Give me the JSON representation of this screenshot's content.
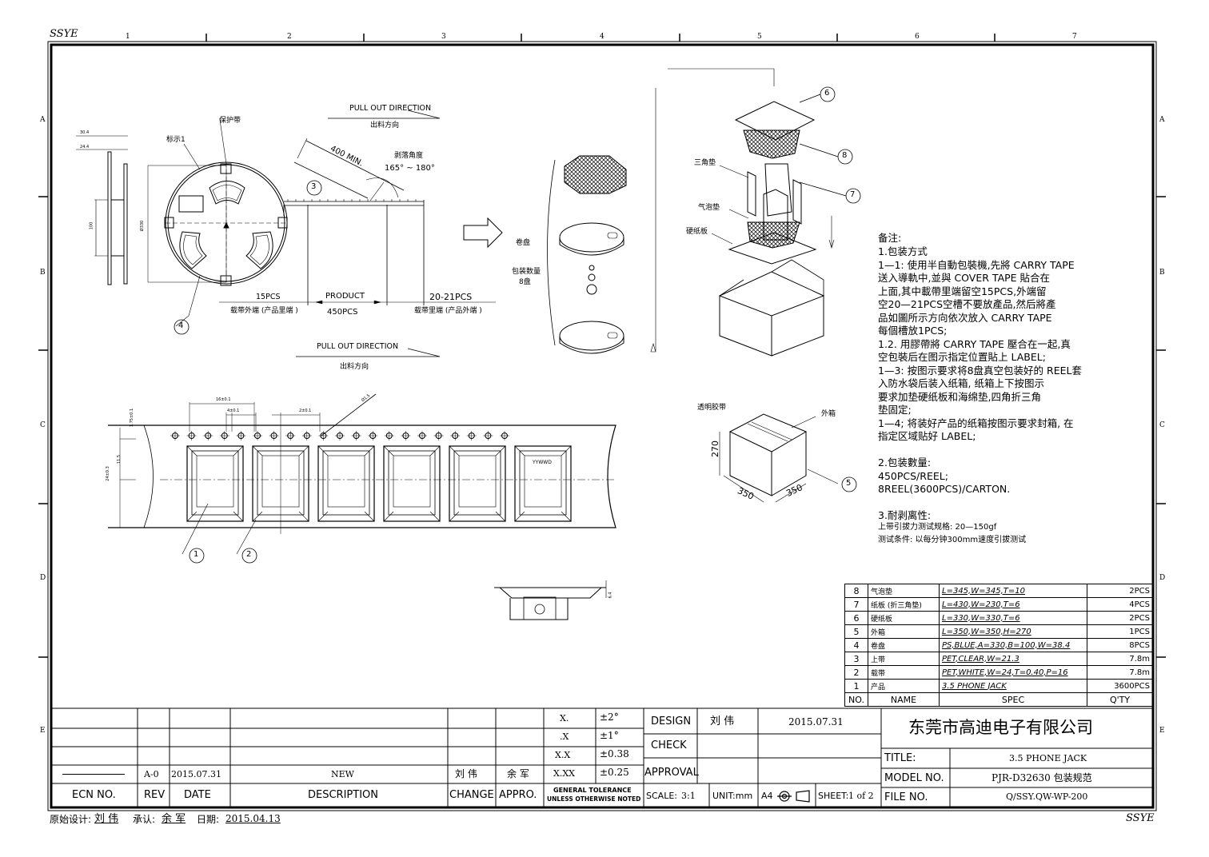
{
  "frame": {
    "corner_mark_top": "SSYE",
    "corner_mark_bottom": "SSYE",
    "col_numbers": [
      "1",
      "2",
      "3",
      "4",
      "5",
      "6",
      "7"
    ],
    "row_letters": [
      "A",
      "B",
      "C",
      "D",
      "E"
    ]
  },
  "drawing": {
    "reel": {
      "label_protect_tape": "保护带",
      "label_mark": "标示1",
      "dim_outer": "Ø330",
      "dim_hub": "100",
      "dim_side_a": "30.4",
      "dim_side_b": "24.4"
    },
    "tape_strip": {
      "pull_out_top_en": "PULL OUT DIRECTION",
      "pull_out_top_cn": "出料方向",
      "pull_out_bottom_en": "PULL OUT DIRECTION",
      "pull_out_bottom_cn": "出料方向",
      "peel_angle_title": "剥落角度",
      "peel_angle_value": "165° ~ 180°",
      "length_min": "400 MIN.",
      "seg_left": "15PCS",
      "seg_mid": "PRODUCT",
      "seg_mid_qty": "450PCS",
      "seg_right": "20-21PCS",
      "outer_end": "载带外端 (产品里端 )",
      "inner_end": "载带里端 (产品外端 )"
    },
    "reel_stack": {
      "label_reel": "卷盘",
      "label_qty": "包装数量",
      "label_qty2": "8盘"
    },
    "carton_exploded": {
      "label_triangle": "三角垫",
      "label_bubble": "气泡垫",
      "label_board": "硬纸板"
    },
    "carton_closed": {
      "label_tape": "透明胶带",
      "label_box": "外箱",
      "dim_h": "270",
      "dim_w": "350",
      "dim_d": "350"
    },
    "carrier_tape": {
      "dim_pitch": "16±0.1",
      "dim_hole1": "4±0.1",
      "dim_hole2": "2±0.1",
      "dim_hole_dia": "Ø1.5",
      "dim_width": "24±0.3",
      "dim_center": "11.5",
      "dim_edge": "1.75±0.1",
      "product_mark": "YYWWD",
      "section_dim": "6.4"
    },
    "balloons": [
      "1",
      "2",
      "3",
      "4",
      "5",
      "6",
      "7",
      "8"
    ]
  },
  "notes": {
    "title": "备注:",
    "lines": [
      "1.包装方式",
      "1—1:  使用半自動包裝機,先將 CARRY TAPE",
      "          送入導軌中,並與 COVER TAPE 貼合在",
      "          上面,其中載帶里端留空15PCS,外端留",
      "          空20—21PCS空槽不要放產品,然后將產",
      "          品如圖所示方向依次放入 CARRY TAPE",
      "            每個槽放1PCS;",
      "1.2.  用膠帶將 CARRY TAPE 壓合在一起,真",
      "          空包裝后在图示指定位置貼上 LABEL;",
      "1—3:   按图示要求将8盘真空包装好的 REEL套",
      "          入防水袋后装入纸箱,  纸箱上下按图示",
      "          要求加垫硬纸板和海绵垫,四角折三角",
      "          垫固定;",
      "1—4;   将装好产品的纸箱按图示要求封箱,  在",
      "          指定区域贴好 LABEL;",
      "",
      "2.包装數量:",
      "     450PCS/REEL;",
      "      8REEL(3600PCS)/CARTON.",
      "",
      "3.耐剥离性:",
      "   上带引拔力测试规格: 20—150gf",
      "   测试条件: 以每分钟300mm速度引拔测试"
    ]
  },
  "parts": {
    "header": [
      "NO.",
      "NAME",
      "SPEC",
      "Q'TY"
    ],
    "rows": [
      {
        "no": "8",
        "name": "气泡垫",
        "spec": "L=345,W=345,T=10",
        "qty": "2PCS"
      },
      {
        "no": "7",
        "name": "纸板 (折三角垫)",
        "spec": "L=430,W=230,T=6",
        "qty": "4PCS"
      },
      {
        "no": "6",
        "name": "硬纸板",
        "spec": "L=330,W=330,T=6",
        "qty": "2PCS"
      },
      {
        "no": "5",
        "name": "外箱",
        "spec": "L=350,W=350,H=270",
        "qty": "1PCS"
      },
      {
        "no": "4",
        "name": "卷盘",
        "spec": "PS,BLUE,A=330,B=100,W=38.4",
        "qty": "8PCS"
      },
      {
        "no": "3",
        "name": "上带",
        "spec": "PET,CLEAR,W=21.3",
        "qty": "7.8m"
      },
      {
        "no": "2",
        "name": "载带",
        "spec": "PET,WHITE,W=24,T=0.40,P=16",
        "qty": "7.8m"
      },
      {
        "no": "1",
        "name": "产品",
        "spec": "3.5 PHONE JACK",
        "qty": "3600PCS"
      }
    ]
  },
  "title_block": {
    "rev_row": {
      "rev": "A-0",
      "date": "2015.07.31",
      "desc": "NEW",
      "change": "刘 伟",
      "appro": "余 军"
    },
    "rev_headers": {
      "ecn": "ECN NO.",
      "rev": "REV",
      "date": "DATE",
      "desc": "DESCRIPTION",
      "change": "CHANGE",
      "appro": "APPRO."
    },
    "tolerances": [
      {
        "fmt": "X.",
        "val": "±2°"
      },
      {
        "fmt": ".X",
        "val": "±1°"
      },
      {
        "fmt": "X.X",
        "val": "±0.38"
      },
      {
        "fmt": "X.XX",
        "val": "±0.25"
      }
    ],
    "general_tol_1": "GENERAL TOLERANCE",
    "general_tol_2": "UNLESS OTHERWISE NOTED",
    "design_label": "DESIGN",
    "design_name": "刘 伟",
    "design_date": "2015.07.31",
    "check_label": "CHECK",
    "approval_label": "APPROVAL",
    "scale_label": "SCALE:",
    "scale_value": "3:1",
    "unit_label": "UNIT:mm",
    "paper": "A4",
    "sheet_label": "SHEET:",
    "sheet_value": "1 of 2",
    "company": "东莞市高迪电子有限公司",
    "title_label": "TITLE:",
    "title_value": "3.5 PHONE JACK",
    "model_label": "MODEL NO.",
    "model_value": "PJR-D32630 包装规范",
    "file_label": "FILE NO.",
    "file_value": "Q/SSY.QW-WP-200"
  },
  "footer": {
    "orig_label": "原始设计:",
    "orig_name": "刘 伟",
    "approve_label": "承认:",
    "approve_name": "余 军",
    "date_label": "日期:",
    "date_value": "2015.04.13"
  }
}
